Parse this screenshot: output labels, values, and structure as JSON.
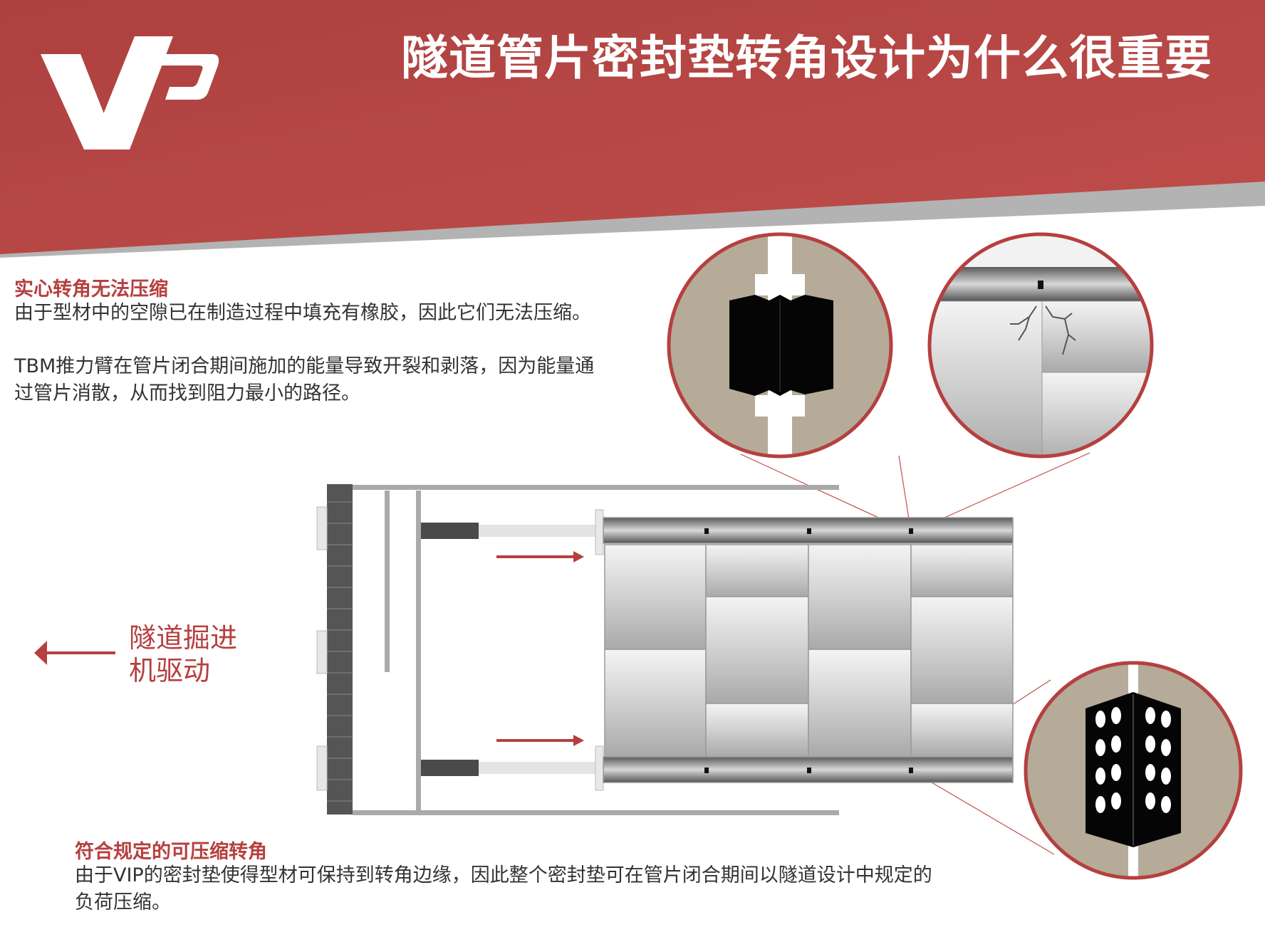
{
  "header": {
    "title": "隧道管片密封垫转角设计为什么很重要",
    "logo_text": "VIP",
    "brand_color": "#b04443"
  },
  "section_solid": {
    "heading": "实心转角无法压缩",
    "para1": "由于型材中的空隙已在制造过程中填充有橡胶，因此它们无法压缩。",
    "para2_line1": "TBM推力臂在管片闭合期间施加的能量导致开裂和剥落，因为能量通",
    "para2_line2": "过管片消散，从而找到阻力最小的路径。"
  },
  "diagram": {
    "drive_line1": "隧道掘进",
    "drive_line2": "机驱动"
  },
  "section_compliant": {
    "heading": "符合规定的可压缩转角",
    "line1": "由于VIP的密封垫使得型材可保持到转角边缘，因此整个密封垫可在管片闭合期间以隧道设计中规定的",
    "line2": "负荷压缩。"
  }
}
